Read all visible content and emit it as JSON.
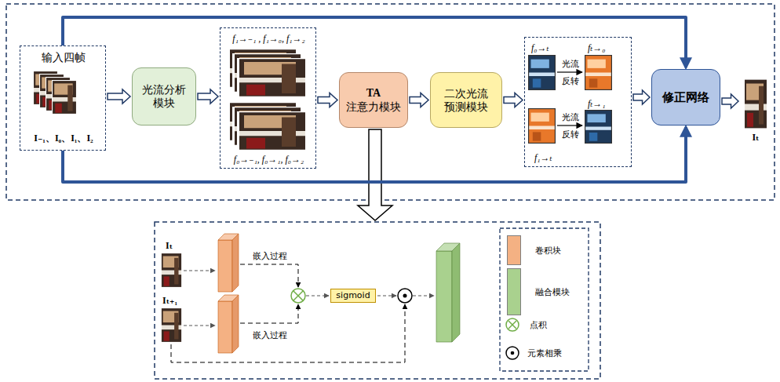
{
  "diagram": {
    "nodes": [
      {
        "text": [
          "输入四帧",
          "I₋₁、I₀、I₁、I₂"
        ]
      },
      {
        "text": [
          "光流分析 模块"
        ]
      },
      {
        "text": [
          "f₁→₋₁ , f₁→₀, f₁→₂",
          "f₀→₋₁, f₀→₁, f₀→₂"
        ]
      },
      {
        "text": [
          "TA",
          "注意力模块"
        ]
      },
      {
        "text": [
          "二次光流 预测模块"
        ]
      },
      {
        "text": [
          "f₀→ₜ",
          "光流 反转",
          "fₜ→₀",
          "fₜ→₁",
          "光流 反转",
          "f₁→ₜ"
        ]
      },
      {
        "text": [
          "修正网络"
        ]
      },
      {
        "text": [
          "Iₜ"
        ]
      },
      {
        "text": [
          "sigmoid"
        ]
      }
    ],
    "edges": [
      {
        "from": 0,
        "to": 1,
        "arrow": "to"
      },
      {
        "from": 1,
        "to": 2,
        "arrow": "to"
      },
      {
        "from": 2,
        "to": 3,
        "arrow": "to"
      },
      {
        "from": 3,
        "to": 4,
        "arrow": "to"
      },
      {
        "from": 4,
        "to": 5,
        "arrow": "to"
      },
      {
        "from": 5,
        "to": 6,
        "arrow": "to"
      },
      {
        "from": 6,
        "to": 7,
        "arrow": "to"
      },
      {
        "from": 0,
        "to": 6,
        "arrow": "to"
      },
      {
        "from": 0,
        "to": 6,
        "arrow": "to"
      }
    ],
    "labels": [
      "Iₜ",
      "嵌入过程",
      "Iₜ₊₁",
      "嵌入过程"
    ],
    "legend": [
      {
        "text": "卷积块",
        "color": "#f4b183"
      },
      {
        "text": "融合模块",
        "color": "#a9d18e"
      },
      {
        "text": "点积"
      },
      {
        "text": "元素相乘"
      }
    ]
  }
}
